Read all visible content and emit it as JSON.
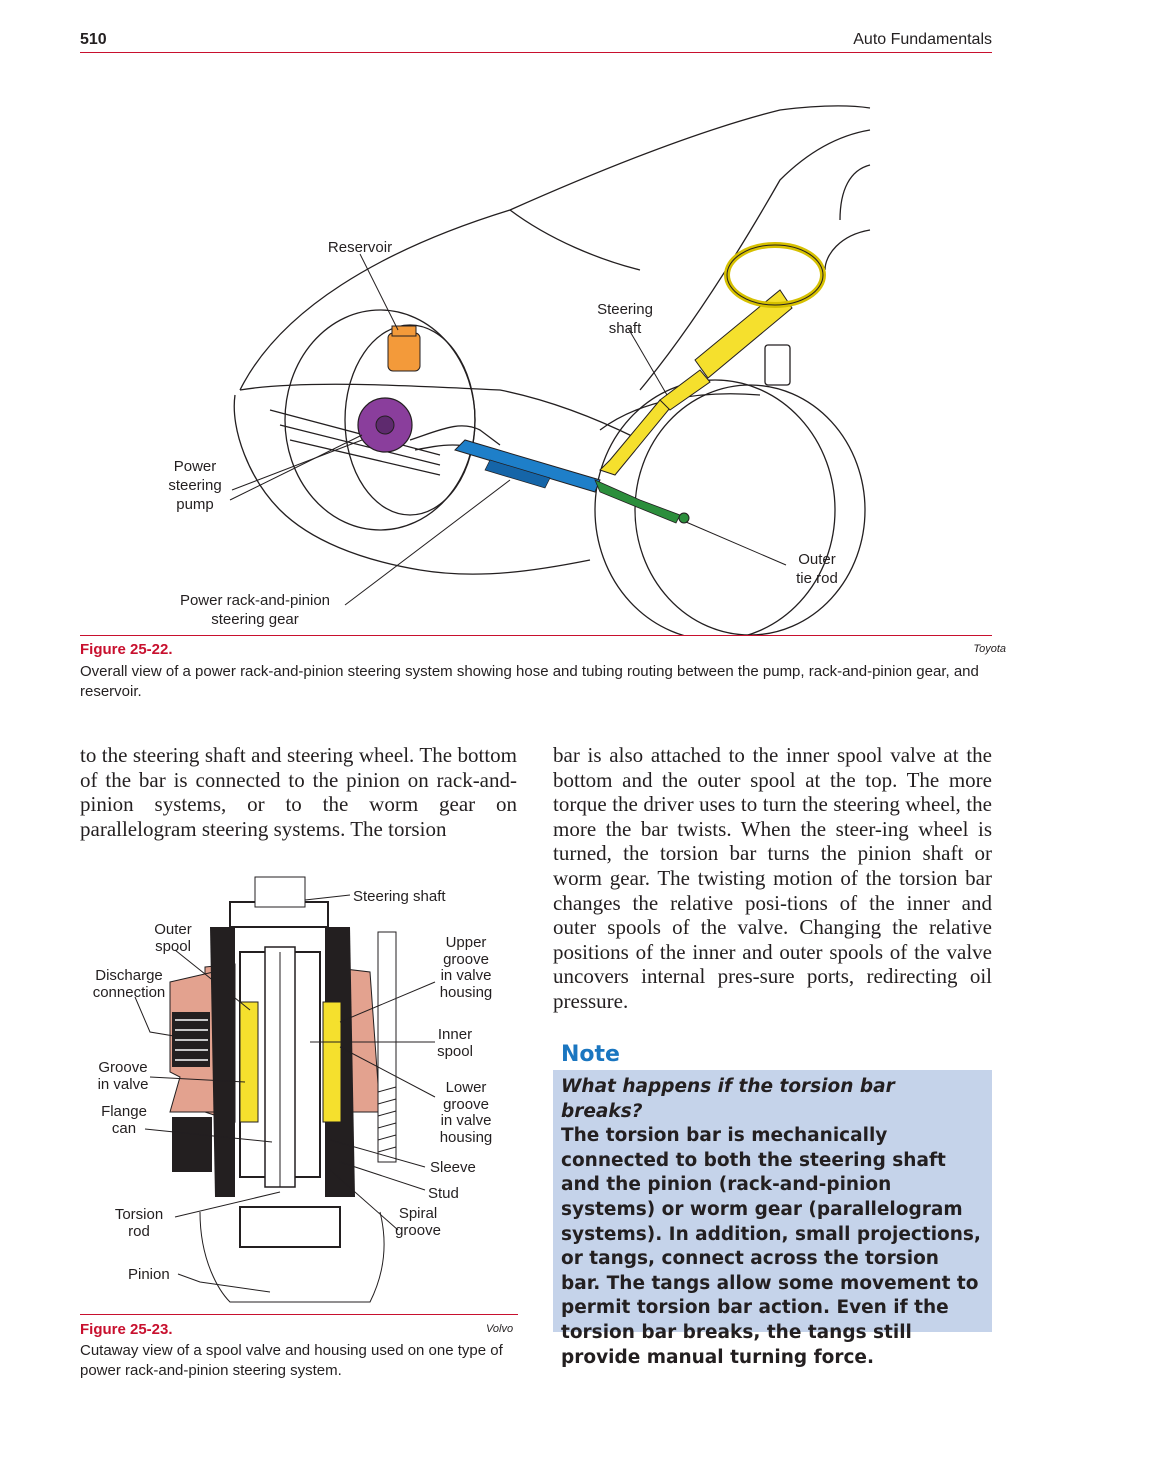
{
  "header": {
    "page_number": "510",
    "book_title": "Auto Fundamentals"
  },
  "figure1": {
    "label": "Figure 25-22.",
    "credit": "Toyota",
    "caption": "Overall view of a power rack-and-pinion steering system showing hose and tubing routing between the pump, rack-and-pinion gear, and reservoir.",
    "labels": {
      "reservoir": "Reservoir",
      "steering_shaft_1": "Steering",
      "steering_shaft_2": "shaft",
      "pump_1": "Power",
      "pump_2": "steering",
      "pump_3": "pump",
      "tie_rod_1": "Outer",
      "tie_rod_2": "tie rod",
      "gear_1": "Power rack-and-pinion",
      "gear_2": "steering gear"
    }
  },
  "figure2": {
    "label": "Figure 25-23.",
    "credit": "Volvo",
    "caption": "Cutaway view of a spool valve and housing used on one type of power rack-and-pinion steering system.",
    "labels": {
      "steering_shaft": "Steering shaft",
      "outer_spool_1": "Outer",
      "outer_spool_2": "spool",
      "discharge_1": "Discharge",
      "discharge_2": "connection",
      "upper_1": "Upper",
      "upper_2": "groove",
      "upper_3": "in valve",
      "upper_4": "housing",
      "inner_1": "Inner",
      "inner_2": "spool",
      "groove_1": "Groove",
      "groove_2": "in valve",
      "lower_1": "Lower",
      "lower_2": "groove",
      "lower_3": "in valve",
      "lower_4": "housing",
      "flange_1": "Flange",
      "flange_2": "can",
      "sleeve": "Sleeve",
      "stud": "Stud",
      "torsion_1": "Torsion",
      "torsion_2": "rod",
      "spiral_1": "Spiral",
      "spiral_2": "groove",
      "pinion": "Pinion"
    }
  },
  "body": {
    "left_column": "to the steering shaft and steering wheel. The bottom of the bar is connected to the pinion on rack-and-pinion systems, or to the worm gear on parallelogram steering systems. The torsion",
    "right_column": "bar is also attached to the inner spool valve at the bottom and the outer spool at the top. The more torque the driver uses to turn the steering wheel, the more the bar twists. When the steer-ing wheel is turned, the torsion bar turns the pinion shaft or worm gear. The twisting motion of the torsion bar changes the relative posi-tions of the inner and outer spools of the valve. Changing the relative positions of the inner and outer spools of the valve uncovers internal pres-sure ports, redirecting oil pressure."
  },
  "note": {
    "title": "Note",
    "question": "What happens if the torsion bar breaks?",
    "text": "The torsion bar is mechanically connected to both the steering shaft and the pinion (rack-and-pinion systems) or worm gear (parallelogram systems). In addition, small projections, or tangs, connect across the torsion bar. The tangs allow some movement to permit torsion bar action. Even if the torsion bar breaks, the tangs still provide manual turning force."
  },
  "colors": {
    "accent_red": "#c8102e",
    "note_blue": "#1a76c0",
    "note_bg": "#c5d3ea"
  }
}
